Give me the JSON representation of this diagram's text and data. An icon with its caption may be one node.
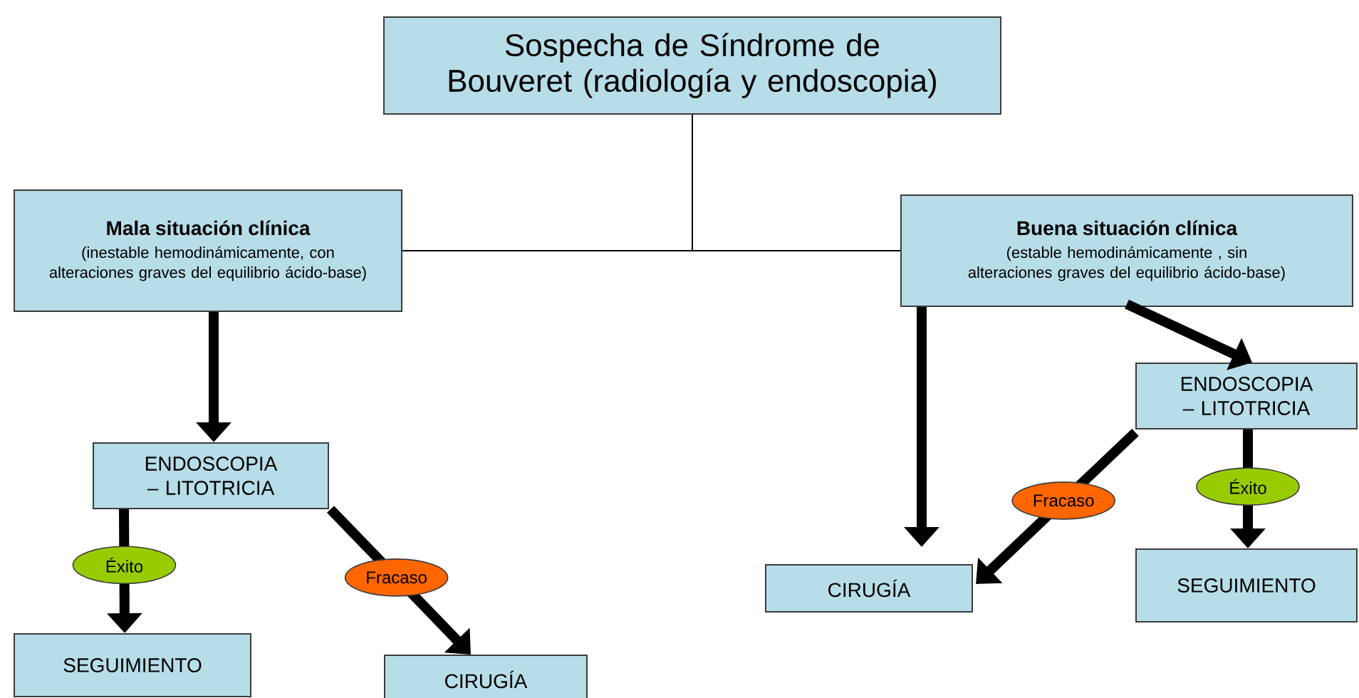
{
  "diagram": {
    "nodes": [
      {
        "text": [
          "Sospecha de Síndrome de Bouveret (radiología y endoscopia)"
        ]
      },
      {
        "text": [
          "Mala situación clínica",
          "(inestable hemodinámicamente, con alteraciones graves del equilibrio ácido-base)"
        ]
      },
      {
        "text": [
          "Buena situación clínica",
          "(estable hemodinámicamente , sin alteraciones graves del equilibrio ácido-base)"
        ]
      },
      {
        "text": [
          "ENDOSCOPIA – LITOTRICIA"
        ]
      },
      {
        "text": [
          "SEGUIMIENTO"
        ]
      },
      {
        "text": [
          "CIRUGÍA"
        ]
      },
      {
        "text": [
          "ENDOSCOPIA – LITOTRICIA"
        ]
      },
      {
        "text": [
          "CIRUGÍA"
        ]
      },
      {
        "text": [
          "SEGUIMIENTO"
        ]
      }
    ],
    "edges": [
      {
        "from": 0,
        "to": 1,
        "arrow": "none"
      },
      {
        "from": 0,
        "to": 2,
        "arrow": "none"
      },
      {
        "from": 1,
        "to": 3,
        "arrow": "to"
      },
      {
        "from": 3,
        "to": 4,
        "arrow": "to",
        "label": "Éxito"
      },
      {
        "from": 3,
        "to": 5,
        "arrow": "to",
        "label": "Fracaso"
      },
      {
        "from": 2,
        "to": 7,
        "arrow": "to"
      },
      {
        "from": 2,
        "to": 6,
        "arrow": "to"
      },
      {
        "from": 6,
        "to": 7,
        "arrow": "to",
        "label": "Fracaso"
      },
      {
        "from": 6,
        "to": 8,
        "arrow": "to",
        "label": "Éxito"
      }
    ]
  }
}
